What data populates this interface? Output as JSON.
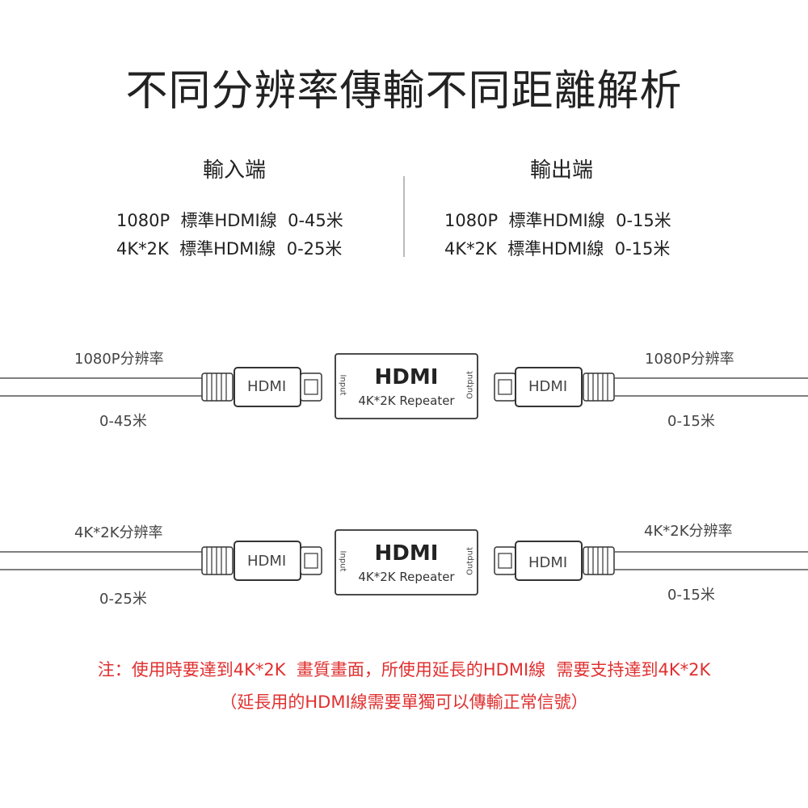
{
  "title": "不同分辨率傳輸不同距離解析",
  "input_side": {
    "heading": "輸入端",
    "rows": [
      "1080P  標準HDMI線  0-45米",
      "4K*2K  標準HDMI線  0-25米"
    ]
  },
  "output_side": {
    "heading": "輸出端",
    "rows": [
      "1080P  標準HDMI線  0-15米",
      "4K*2K  標準HDMI線  0-15米"
    ]
  },
  "diagrams": [
    {
      "left_resolution": "1080P分辨率",
      "left_distance": "0-45米",
      "right_resolution": "1080P分辨率",
      "right_distance": "0-15米",
      "connector_label": "HDMI",
      "repeater": {
        "brand": "HDMI",
        "model": "4K*2K Repeater",
        "input": "Input",
        "output": "Output"
      }
    },
    {
      "left_resolution": "4K*2K分辨率",
      "left_distance": "0-25米",
      "right_resolution": "4K*2K分辨率",
      "right_distance": "0-15米",
      "connector_label": "HDMI",
      "repeater": {
        "brand": "HDMI",
        "model": "4K*2K Repeater",
        "input": "Input",
        "output": "Output"
      }
    }
  ],
  "note": {
    "line1": "注：使用時要達到4K*2K  畫質畫面，所使用延長的HDMI線  需要支持達到4K*2K",
    "line2": "（延長用的HDMI線需要單獨可以傳輸正常信號）"
  },
  "colors": {
    "note": "#e03030",
    "cable": "#ffffff",
    "outline": "#333333"
  }
}
